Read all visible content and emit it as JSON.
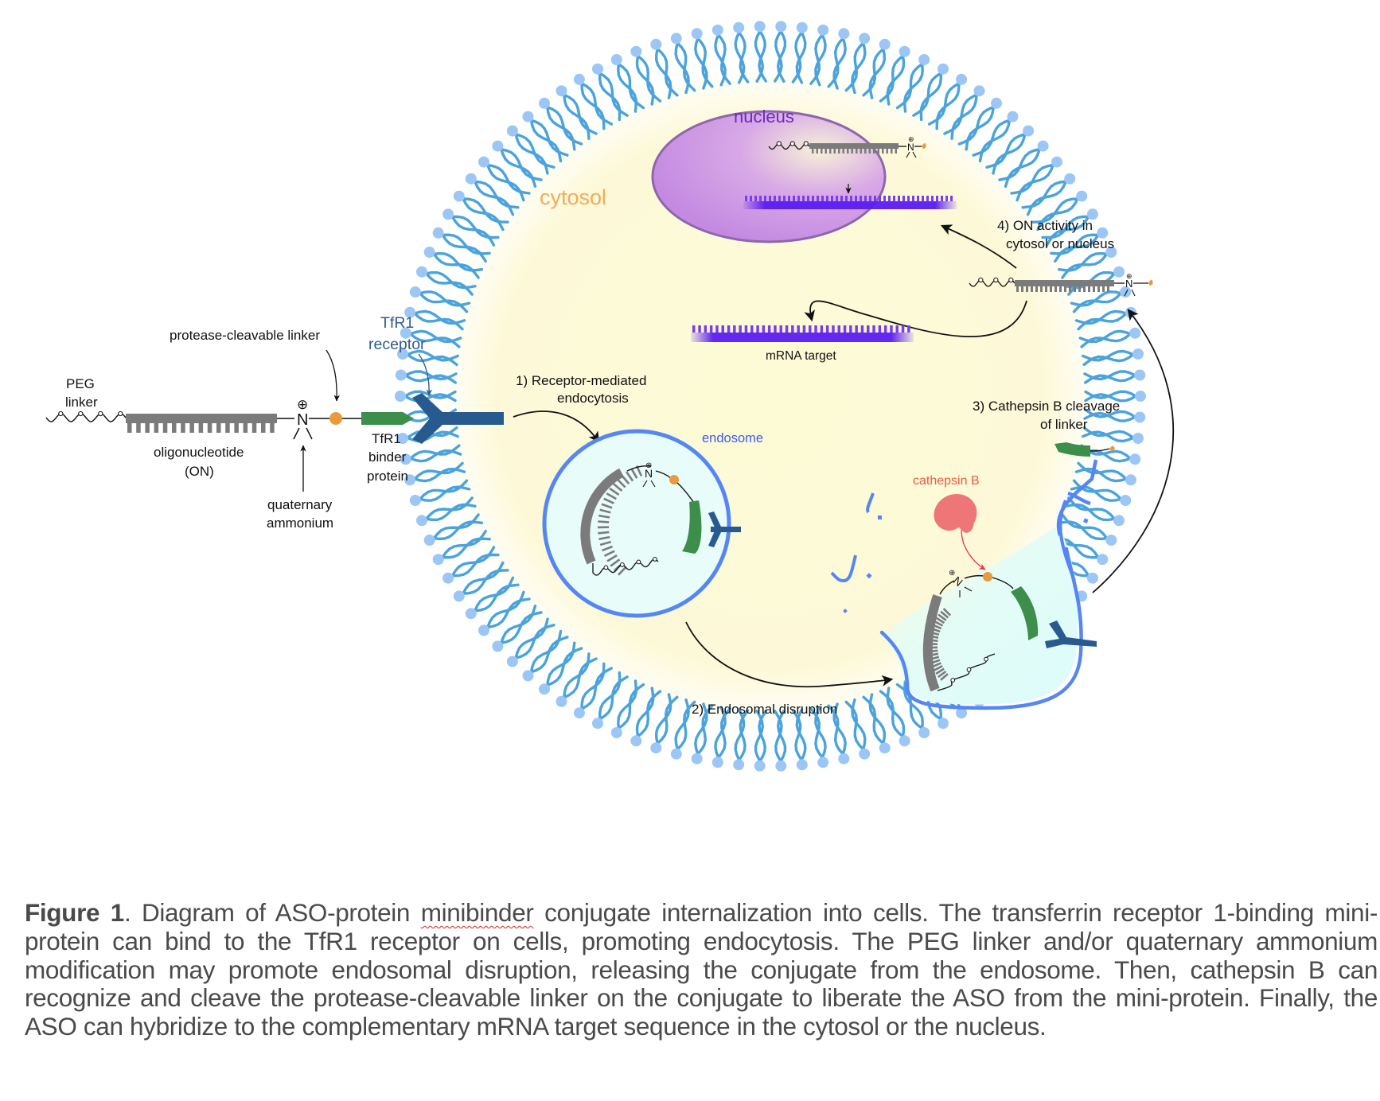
{
  "figure": {
    "labels": {
      "peg_linker_line1": "PEG",
      "peg_linker_line2": "linker",
      "protease_cleavable_linker": "protease-cleavable linker",
      "tfr1_receptor_line1": "TfR1",
      "tfr1_receptor_line2": "receptor",
      "oligonucleotide_line1": "oligonucleotide",
      "oligonucleotide_line2": "(ON)",
      "quaternary_line1": "quaternary",
      "quaternary_line2": "ammonium",
      "binder_line1": "TfR1",
      "binder_line2": "binder",
      "binder_line3": "protein",
      "nitrogen": "N",
      "plus_charge": "⊕",
      "cytosol": "cytosol",
      "nucleus": "nucleus",
      "endosome": "endosome",
      "cathepsin_b": "cathepsin B",
      "mrna_target": "mRNA target"
    },
    "steps": {
      "step1_line1": "1) Receptor-mediated",
      "step1_line2": "endocytosis",
      "step2": "2)  Endosomal disruption",
      "step3_line1": "3) Cathepsin B cleavage",
      "step3_line2": "of linker",
      "step4_line1": "4)  ON activity in",
      "step4_line2": "cytosol or nucleus"
    },
    "colors": {
      "cytosol_fill": "#fdfbd9",
      "membrane_tail": "#4aa3dc",
      "membrane_head": "#9cc6f5",
      "nucleus_fill": "#c98fe3",
      "nucleus_stroke": "#8e66ad",
      "nucleus_text": "#6a2bc4",
      "cytosol_text": "#f2ac5a",
      "endosome_stroke": "#5586f4",
      "endosome_fill": "#e7fcf9",
      "endosome_text": "#3d5bf0",
      "oligo_gray": "#7b7b7b",
      "binder_green": "#3c8e4a",
      "receptor_blue": "#275a8f",
      "linker_orange": "#e89a3c",
      "mrna_purple": "#5b1cf0",
      "cathepsin_pink": "#ef7676",
      "cathepsin_text": "#ec5b45",
      "tfr1_text": "#2d5d93"
    }
  },
  "caption": {
    "lead": "Figure 1",
    "part1": ". Diagram of ASO-protein ",
    "flagged_word": "minibinder",
    "part2": " conjugate internalization into cells. The transferrin receptor 1-binding mini-protein can bind to the TfR1 receptor on cells, promoting endocytosis. The PEG linker and/or quaternary ammonium modification may promote endosomal disruption, releasing the conjugate from the endosome. Then, cathepsin B can recognize and cleave the protease-cleavable linker on the conjugate to liberate the ASO from the mini-protein. Finally, the ASO can hybridize to the complementary mRNA target sequence in the cytosol or the nucleus."
  }
}
